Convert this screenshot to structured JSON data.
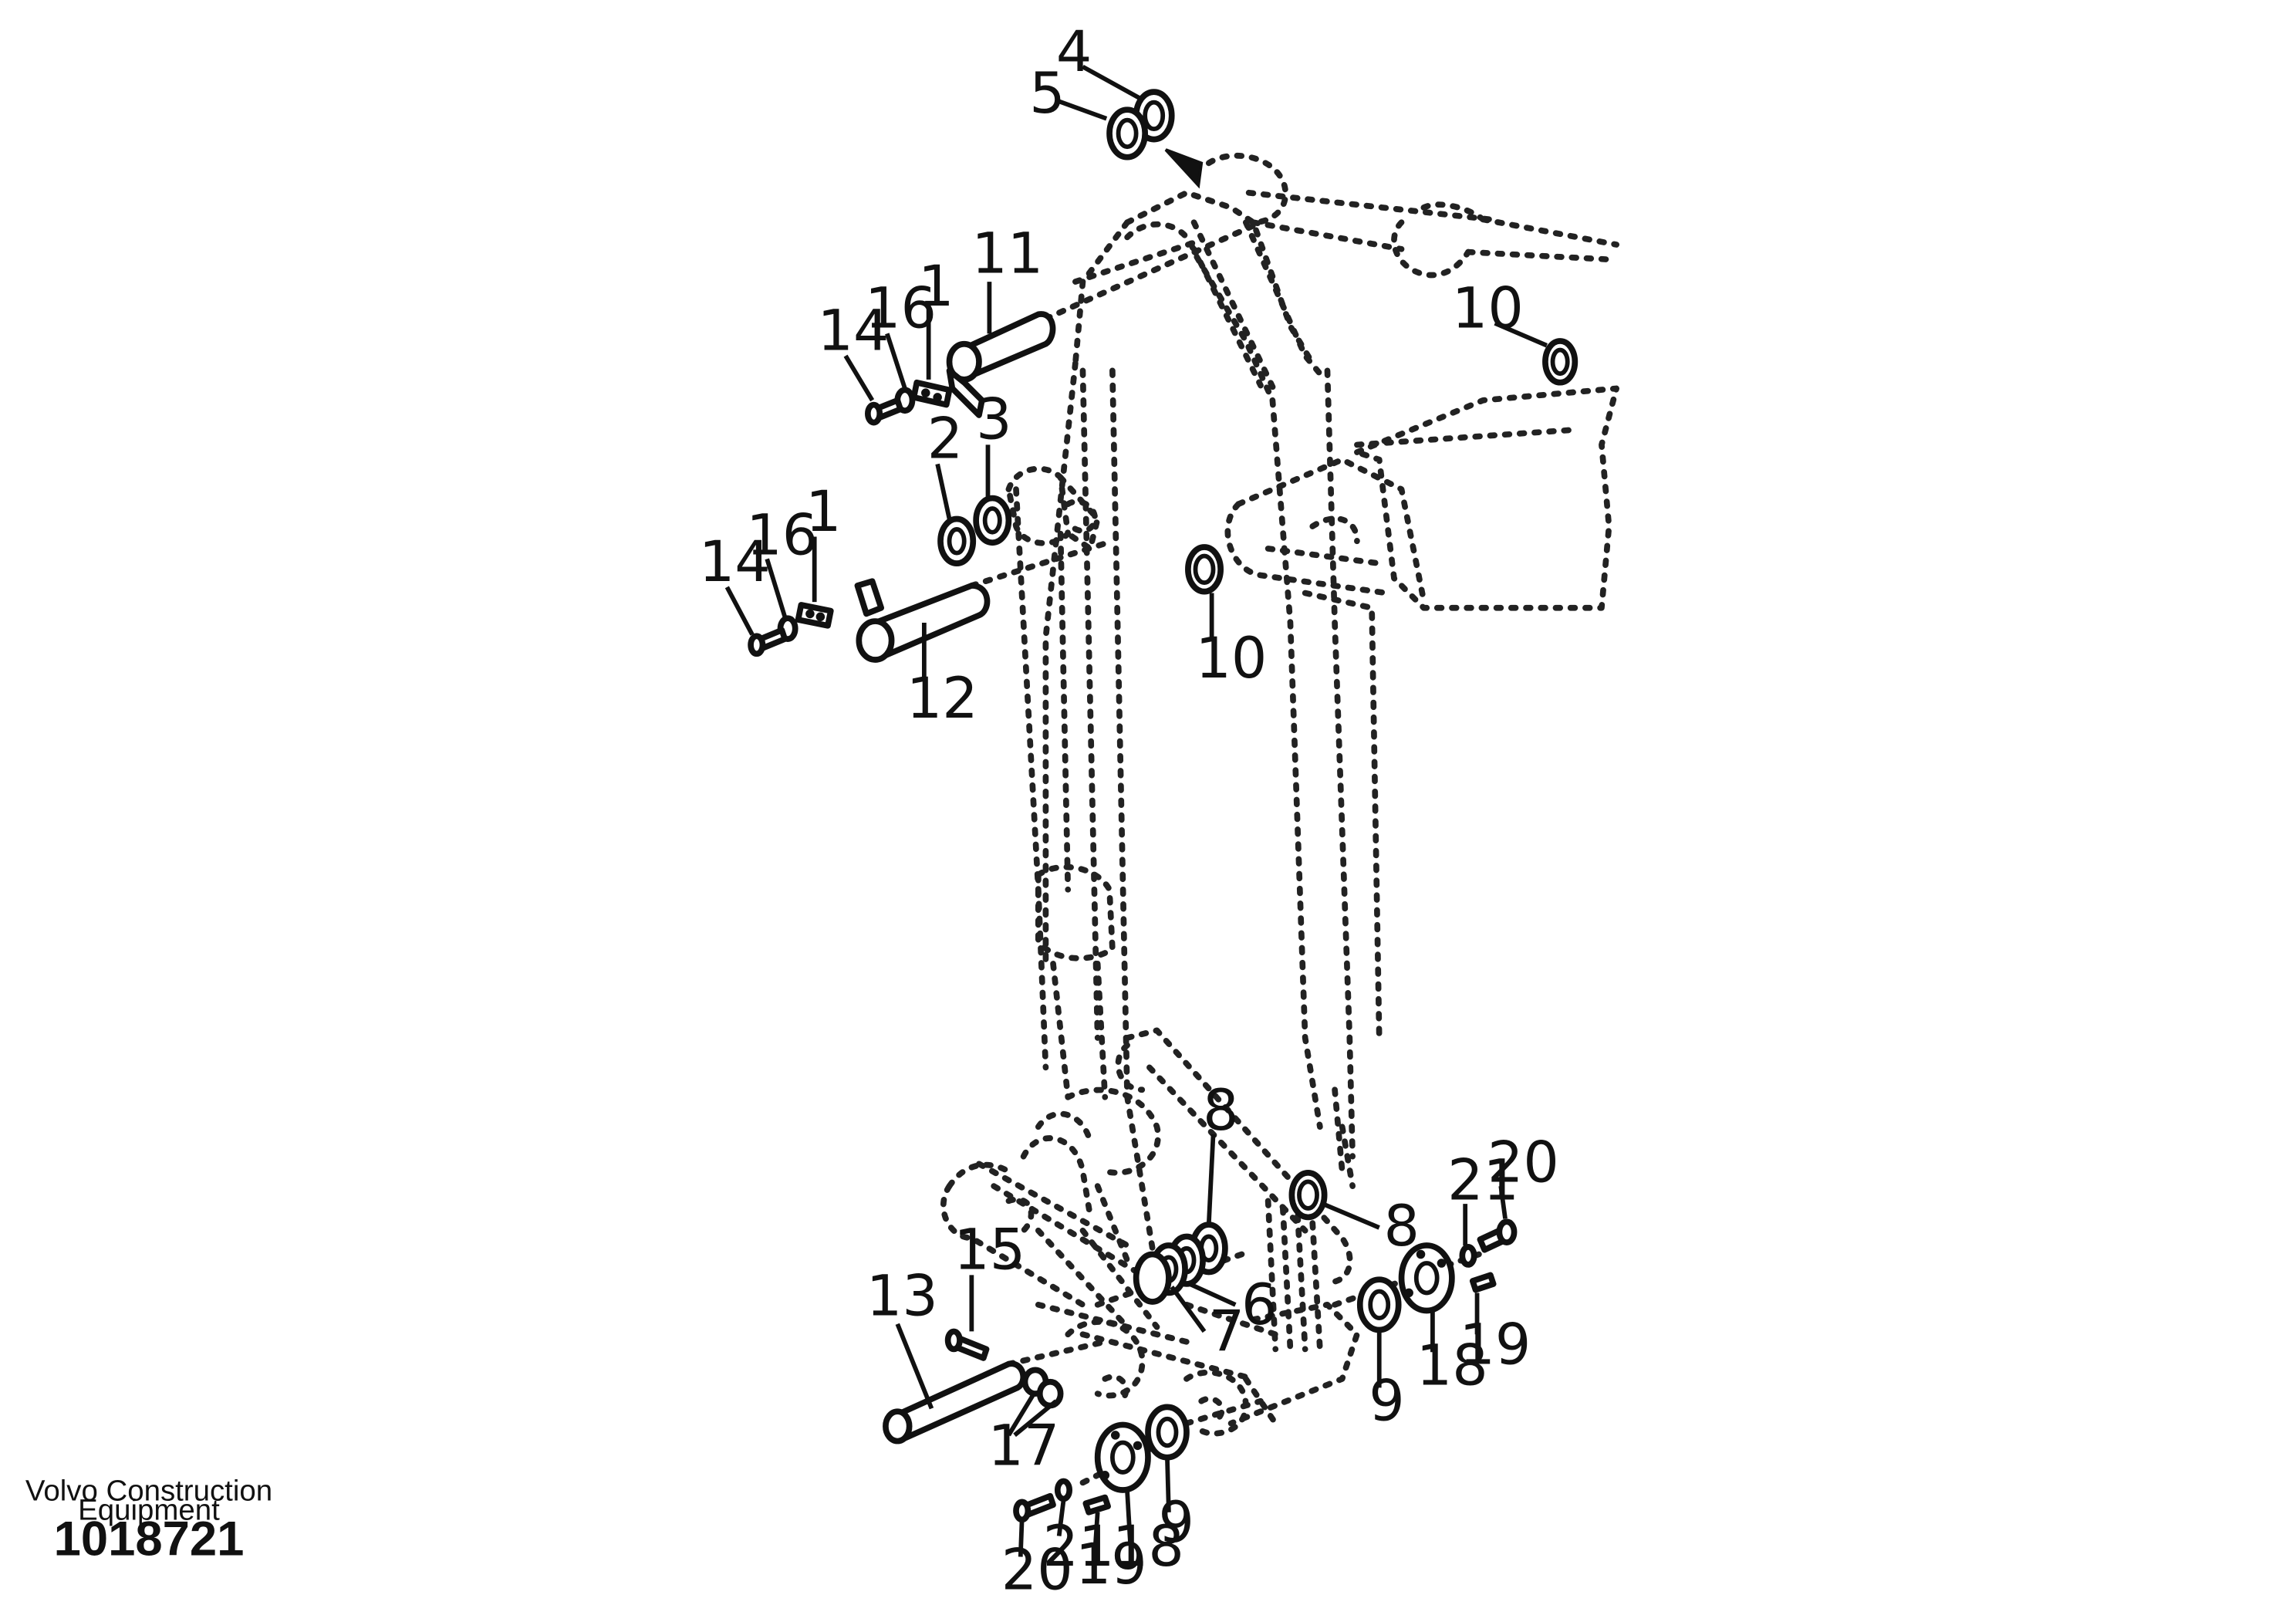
{
  "callouts": {
    "c4": "4",
    "c5": "5",
    "c11": "11",
    "c16a": "16",
    "c1a": "1",
    "c14a": "14",
    "c10a": "10",
    "c2": "2",
    "c3": "3",
    "c1b": "1",
    "c16b": "16",
    "c14b": "14",
    "c10b": "10",
    "c12": "12",
    "c8a": "8",
    "c21a": "21",
    "c20a": "20",
    "c8b": "8",
    "c15": "15",
    "c13": "13",
    "c6": "6",
    "c7": "7",
    "c19a": "19",
    "c18a": "18",
    "c9a": "9",
    "c17": "17",
    "c20b": "20",
    "c21b": "21",
    "c19b": "19",
    "c18b": "18",
    "c9b": "9"
  },
  "footer": {
    "brand_line1": "Volvo Construction",
    "brand_line2": "Equipment",
    "figure_number": "1018721"
  },
  "colors": {
    "ink": "#111111",
    "background": "#ffffff"
  }
}
